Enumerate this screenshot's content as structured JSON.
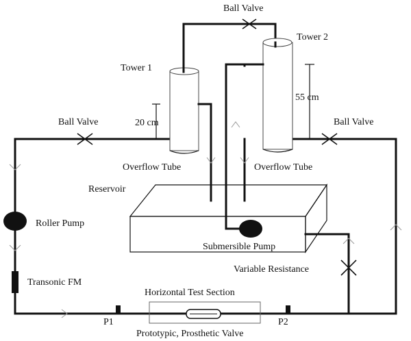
{
  "labels": {
    "ball_valve_top": "Ball Valve",
    "tower_1": "Tower 1",
    "tower_2": "Tower 2",
    "height_tower_1": "20 cm",
    "height_tower_2": "55 cm",
    "ball_valve_left": "Ball Valve",
    "ball_valve_right": "Ball Valve",
    "overflow_tube_1": "Overflow Tube",
    "overflow_tube_2": "Overflow Tube",
    "reservoir": "Reservoir",
    "roller_pump": "Roller Pump",
    "submersible_pump": "Submersible Pump",
    "variable_resistance": "Variable Resistance",
    "transonic_fm": "Transonic FM",
    "horizontal_test_section": "Horizontal Test Section",
    "p1": "P1",
    "p2": "P2",
    "prosthetic_valve": "Prototypic, Prosthetic Valve"
  },
  "colors": {
    "pipe": "#111111",
    "tower_outline": "#444444",
    "flow_arrow": "#999999"
  }
}
